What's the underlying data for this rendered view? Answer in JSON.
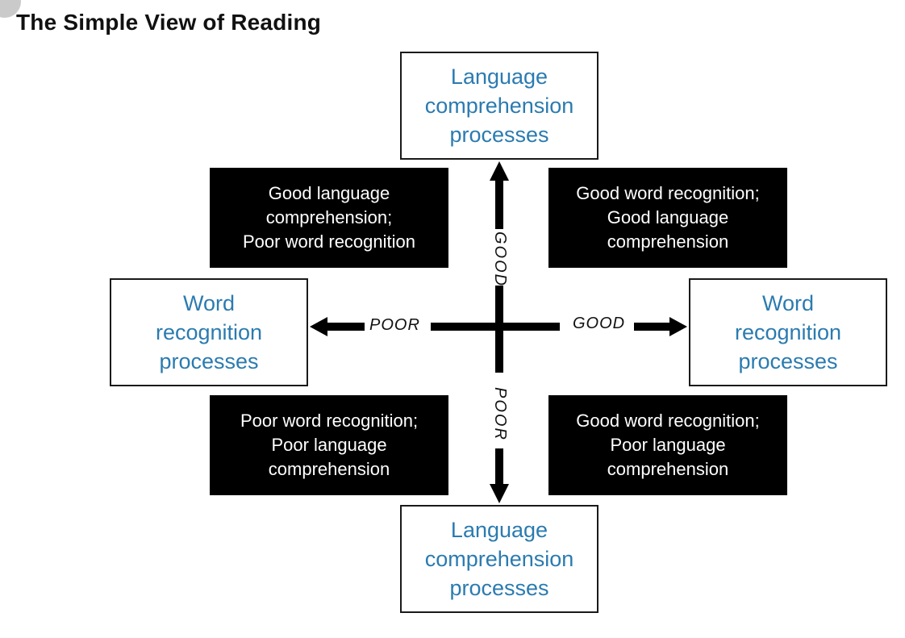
{
  "title": "The Simple View of Reading",
  "boxes": {
    "top": [
      "Language",
      "comprehension",
      "processes"
    ],
    "bottom": [
      "Language",
      "comprehension",
      "processes"
    ],
    "left": [
      "Word",
      "recognition",
      "processes"
    ],
    "right": [
      "Word",
      "recognition",
      "processes"
    ]
  },
  "quadrants": {
    "top_left": [
      "Good language",
      "comprehension;",
      "Poor word recognition"
    ],
    "top_right": [
      "Good word recognition;",
      "Good language",
      "comprehension"
    ],
    "bottom_left": [
      "Poor word recognition;",
      "Poor language",
      "comprehension"
    ],
    "bottom_right": [
      "Good word recognition;",
      "Poor language",
      "comprehension"
    ]
  },
  "axis_labels": {
    "up": "GOOD",
    "down": "POOR",
    "left": "POOR",
    "right": "GOOD"
  },
  "colors": {
    "box_text": "#2b7bb0",
    "quadrant_bg": "#000000",
    "quadrant_text": "#ffffff"
  }
}
